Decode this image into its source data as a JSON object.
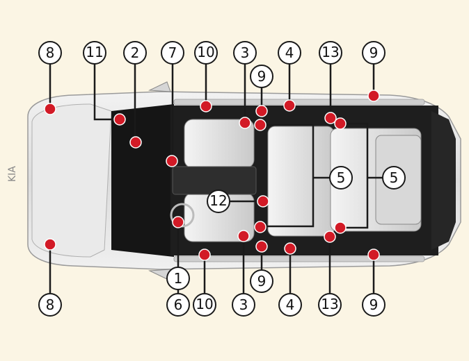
{
  "labels": {
    "n1": "1",
    "n2": "2",
    "n3": "3",
    "n4": "4",
    "n5": "5",
    "n6": "6",
    "n7": "7",
    "n8": "8",
    "n9": "9",
    "n10": "10",
    "n11": "11",
    "n12": "12",
    "n13": "13"
  },
  "colors": {
    "background": "#fbf5e4",
    "marker": "#d21a26",
    "body": "#e6e6e6",
    "interior": "#1a1a1a",
    "leader_line": "#1a1a1a"
  }
}
